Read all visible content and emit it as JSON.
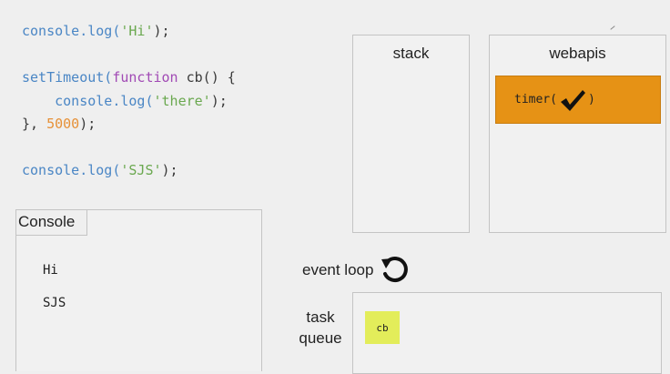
{
  "code": {
    "lines": [
      [
        {
          "t": "console.log(",
          "k": "fn"
        },
        {
          "t": "'Hi'",
          "k": "str"
        },
        {
          "t": ");",
          "k": "plain"
        }
      ],
      [],
      [
        {
          "t": "setTimeout(",
          "k": "fn"
        },
        {
          "t": "function",
          "k": "kw"
        },
        {
          "t": " cb() {",
          "k": "plain"
        }
      ],
      [
        {
          "t": "    console.log(",
          "k": "fn"
        },
        {
          "t": "'there'",
          "k": "str"
        },
        {
          "t": ");",
          "k": "plain"
        }
      ],
      [
        {
          "t": "}, ",
          "k": "plain"
        },
        {
          "t": "5000",
          "k": "num"
        },
        {
          "t": ");",
          "k": "plain"
        }
      ],
      [],
      [
        {
          "t": "console.log(",
          "k": "fn"
        },
        {
          "t": "'SJS'",
          "k": "str"
        },
        {
          "t": ");",
          "k": "plain"
        }
      ]
    ]
  },
  "stack": {
    "title": "stack"
  },
  "webapis": {
    "title": "webapis",
    "timer": {
      "prefix": "timer(",
      "suffix": ")",
      "icon": "checkmark-icon",
      "color": "#e69215"
    }
  },
  "console": {
    "title": "Console",
    "output": [
      "Hi",
      "SJS"
    ]
  },
  "event_loop": {
    "label": "event loop",
    "icon": "refresh-icon"
  },
  "task_queue": {
    "label_line1": "task",
    "label_line2": "queue",
    "items": [
      {
        "label": "cb",
        "color": "#e3ed5a"
      }
    ]
  }
}
